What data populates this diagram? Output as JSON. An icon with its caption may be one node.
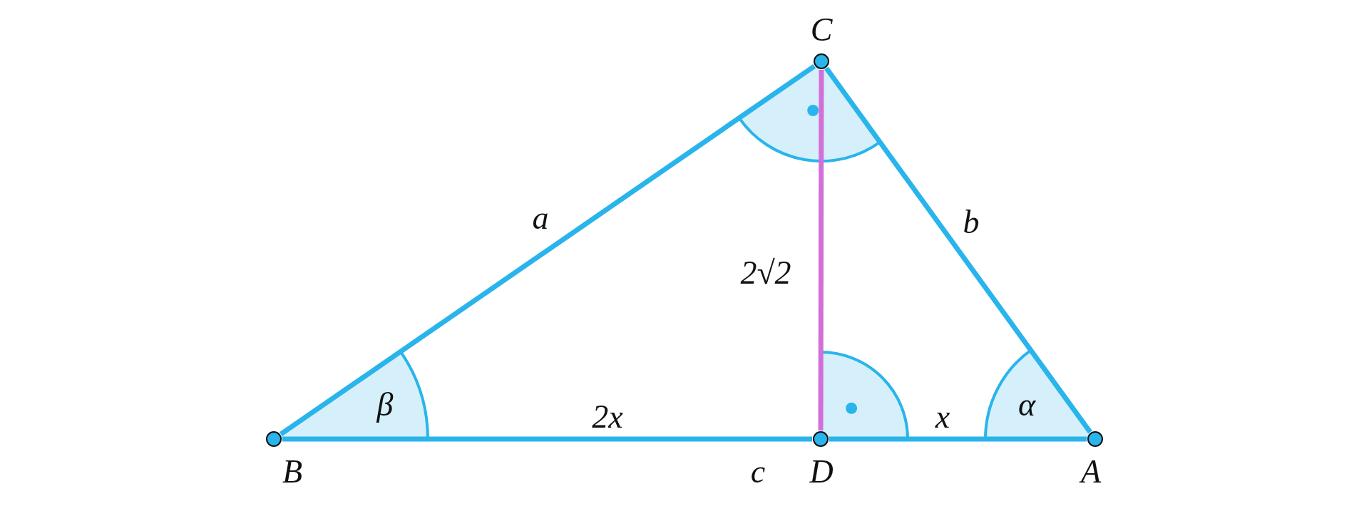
{
  "diagram": {
    "nodes": [
      {
        "text": [
          "C"
        ]
      },
      {
        "text": [
          "B"
        ]
      },
      {
        "text": [
          "D"
        ]
      },
      {
        "text": [
          "A"
        ]
      }
    ],
    "edges": [
      {
        "from": 1,
        "to": 0,
        "arrow": "none",
        "label": "a"
      },
      {
        "from": 0,
        "to": 3,
        "arrow": "none",
        "label": "b"
      },
      {
        "from": 0,
        "to": 2,
        "arrow": "none",
        "label": "2√2",
        "color": "#d36fd8"
      },
      {
        "from": 1,
        "to": 2,
        "arrow": "none",
        "label": "2x"
      },
      {
        "from": 2,
        "to": 3,
        "arrow": "none",
        "label": "x"
      }
    ],
    "labels": [
      "β",
      "α",
      "c"
    ]
  }
}
